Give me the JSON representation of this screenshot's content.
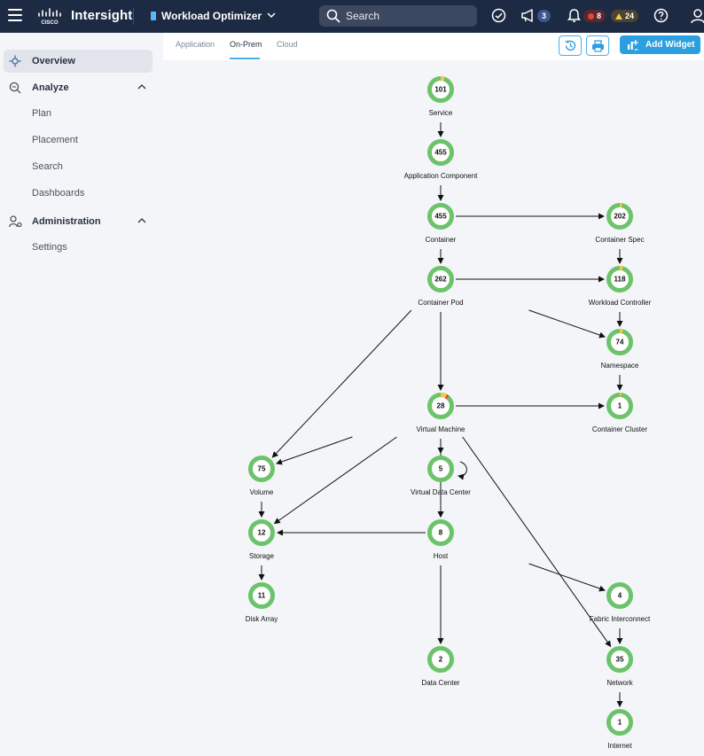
{
  "header": {
    "brand": "Intersight",
    "app_switcher": "Workload Optimizer",
    "search_placeholder": "Search",
    "announcements_count": "3",
    "alarms_critical": "8",
    "alarms_warning": "24"
  },
  "sidebar": {
    "items": [
      {
        "label": "Overview"
      },
      {
        "label": "Analyze"
      },
      {
        "label": "Plan"
      },
      {
        "label": "Placement"
      },
      {
        "label": "Search"
      },
      {
        "label": "Dashboards"
      },
      {
        "label": "Administration"
      },
      {
        "label": "Settings"
      }
    ]
  },
  "tabs": [
    {
      "label": "Application"
    },
    {
      "label": "On-Prem"
    },
    {
      "label": "Cloud"
    }
  ],
  "toolbar": {
    "add_widget_label": "Add Widget"
  },
  "colors": {
    "ring_healthy": "#6cc36b",
    "ring_minor": "#f2c94c",
    "ring_critical": "#e0473e",
    "accent": "#2b9fe0",
    "header_bg": "#1d2a43"
  },
  "supply_chain": {
    "nodes": [
      {
        "id": "service",
        "count": "101",
        "label": "Service",
        "warn": 0.05,
        "crit": 0
      },
      {
        "id": "app-component",
        "count": "455",
        "label": "Application Component",
        "warn": 0,
        "crit": 0
      },
      {
        "id": "container",
        "count": "455",
        "label": "Container",
        "warn": 0,
        "crit": 0
      },
      {
        "id": "container-spec",
        "count": "202",
        "label": "Container Spec",
        "warn": 0.03,
        "crit": 0
      },
      {
        "id": "container-pod",
        "count": "262",
        "label": "Container Pod",
        "warn": 0,
        "crit": 0
      },
      {
        "id": "workload-controller",
        "count": "118",
        "label": "Workload Controller",
        "warn": 0.04,
        "crit": 0
      },
      {
        "id": "namespace",
        "count": "74",
        "label": "Namespace",
        "warn": 0.04,
        "crit": 0
      },
      {
        "id": "virtual-machine",
        "count": "28",
        "label": "Virtual Machine",
        "warn": 0.08,
        "crit": 0.03
      },
      {
        "id": "container-cluster",
        "count": "1",
        "label": "Container Cluster",
        "warn": 0.02,
        "crit": 0
      },
      {
        "id": "volume",
        "count": "75",
        "label": "Volume",
        "warn": 0,
        "crit": 0
      },
      {
        "id": "virtual-data-center",
        "count": "5",
        "label": "Virtual Data Center",
        "warn": 0,
        "crit": 0
      },
      {
        "id": "storage",
        "count": "12",
        "label": "Storage",
        "warn": 0,
        "crit": 0
      },
      {
        "id": "host",
        "count": "8",
        "label": "Host",
        "warn": 0,
        "crit": 0
      },
      {
        "id": "disk-array",
        "count": "11",
        "label": "Disk Array",
        "warn": 0,
        "crit": 0
      },
      {
        "id": "fabric-interconnect",
        "count": "4",
        "label": "Fabric Interconnect",
        "warn": 0,
        "crit": 0
      },
      {
        "id": "data-center",
        "count": "2",
        "label": "Data Center",
        "warn": 0,
        "crit": 0
      },
      {
        "id": "network",
        "count": "35",
        "label": "Network",
        "warn": 0,
        "crit": 0
      },
      {
        "id": "internet",
        "count": "1",
        "label": "Internet",
        "warn": 0,
        "crit": 0
      }
    ],
    "edges": [
      [
        "service",
        "app-component"
      ],
      [
        "app-component",
        "container"
      ],
      [
        "container",
        "container-pod"
      ],
      [
        "container",
        "container-spec"
      ],
      [
        "container-spec",
        "workload-controller"
      ],
      [
        "container-pod",
        "workload-controller"
      ],
      [
        "container-pod",
        "namespace"
      ],
      [
        "workload-controller",
        "namespace"
      ],
      [
        "namespace",
        "container-cluster"
      ],
      [
        "container-pod",
        "virtual-machine"
      ],
      [
        "container-pod",
        "volume"
      ],
      [
        "virtual-machine",
        "container-cluster"
      ],
      [
        "virtual-machine",
        "volume"
      ],
      [
        "virtual-machine",
        "storage"
      ],
      [
        "virtual-machine",
        "virtual-data-center"
      ],
      [
        "virtual-machine",
        "host"
      ],
      [
        "virtual-machine",
        "network"
      ],
      [
        "volume",
        "storage"
      ],
      [
        "virtual-data-center",
        "host"
      ],
      [
        "virtual-data-center",
        "virtual-data-center"
      ],
      [
        "host",
        "storage"
      ],
      [
        "host",
        "fabric-interconnect"
      ],
      [
        "host",
        "data-center"
      ],
      [
        "storage",
        "disk-array"
      ],
      [
        "fabric-interconnect",
        "network"
      ],
      [
        "fabric-interconnect",
        "fabric-interconnect-to-network"
      ],
      [
        "network",
        "internet"
      ]
    ]
  }
}
